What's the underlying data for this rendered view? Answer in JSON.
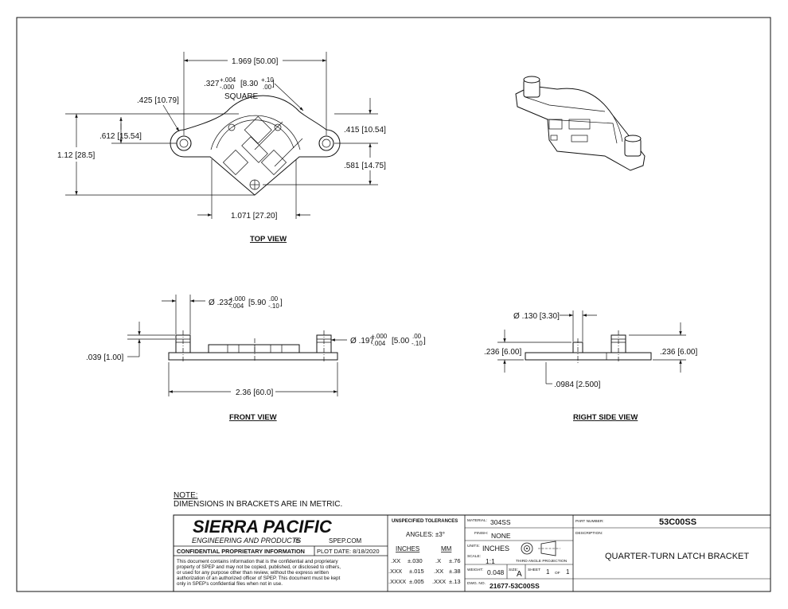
{
  "views": {
    "top": "TOP VIEW",
    "front": "FRONT VIEW",
    "right": "RIGHT SIDE VIEW"
  },
  "dims": {
    "top_width_in": "1.969",
    "top_width_mm": "50.00",
    "sq_main": ".327",
    "sq_plus": "+.004",
    "sq_minus": "-.000",
    "sq_mm": "8.30",
    "sq_mm_plus": "+.10",
    "sq_mm_minus": ".00",
    "square": "SQUARE",
    "d425_in": ".425",
    "d425_mm": "10.79",
    "d612_in": ".612",
    "d612_mm": "15.54",
    "d112_in": "1.12",
    "d112_mm": "28.5",
    "d415_in": ".415",
    "d415_mm": "10.54",
    "d581_in": ".581",
    "d581_mm": "14.75",
    "d1071_in": "1.071",
    "d1071_mm": "27.20",
    "phi": "Ø",
    "d232_in": ".232",
    "d232_plus": "+.000",
    "d232_minus": "-.004",
    "d232_mm": "5.90",
    "d232_mm_plus": ".00",
    "d232_mm_minus": "-.10",
    "d197_in": ".197",
    "d197_plus": "+.000",
    "d197_minus": "-.004",
    "d197_mm": "5.00",
    "d197_mm_plus": ".00",
    "d197_mm_minus": "-.10",
    "d039_in": ".039",
    "d039_mm": "1.00",
    "d236_in": "2.36",
    "d236_mm": "60.0",
    "d130_in": ".130",
    "d130_mm": "3.30",
    "d236a_in": ".236",
    "d236a_mm": "6.00",
    "d0984_in": ".0984",
    "d0984_mm": "2.500"
  },
  "note": {
    "title": "NOTE:",
    "text": "DIMENSIONS IN BRACKETS ARE IN METRIC."
  },
  "titleblock": {
    "company": "SIERRA PACIFIC",
    "subtitle": "ENGINEERING AND PRODUCTS",
    "reg": "®",
    "web": "SPEP.COM",
    "confidential": "CONFIDENTIAL PROPRIETARY INFORMATION",
    "plot_date": "PLOT DATE:  8/18/2020",
    "disclaimer": [
      "This document contains information that is the confidential and proprietary",
      "property of SPEP and may not be copied, published, or disclosed to others,",
      "or used for any purpose  other than review, without the express written",
      "authorization of an authorized officer of SPEP. This document must be kept",
      "only in SPEP's confidential files when not in use."
    ],
    "tol_title": "UNSPECIFIED TOLERANCES",
    "angles": "ANGLES: ±3°",
    "inches": "INCHES",
    "mm": "MM",
    "tol_rows": [
      {
        "a": ".XX",
        "b": "±.030",
        "c": ".X",
        "d": "±.76"
      },
      {
        "a": ".XXX",
        "b": "±.015",
        "c": ".XX",
        "d": "±.38"
      },
      {
        "a": ".XXXX",
        "b": "±.005",
        "c": ".XXX",
        "d": "±.13"
      }
    ],
    "material_label": "MATERIAL:",
    "material": "304SS",
    "finish_label": "FINISH:",
    "finish": "NONE",
    "units_label": "UNITS:",
    "units": "INCHES",
    "scale_label": "SCALE:",
    "scale": "1:1",
    "projection": "THIRD ANGLE PROJECTION",
    "weight_label": "WEIGHT:",
    "weight": "0.048",
    "size_label": "SIZE:",
    "size": "A",
    "sheet_label": "SHEET",
    "sheet": "1",
    "of_label": "OF",
    "of": "1",
    "dwg_label": "DWG. NO.",
    "dwg": "21677-53C00SS",
    "part_label": "PART NUMBER:",
    "part": "53C00SS",
    "desc_label": "DESCRIPTION:",
    "desc": "QUARTER-TURN LATCH BRACKET"
  }
}
